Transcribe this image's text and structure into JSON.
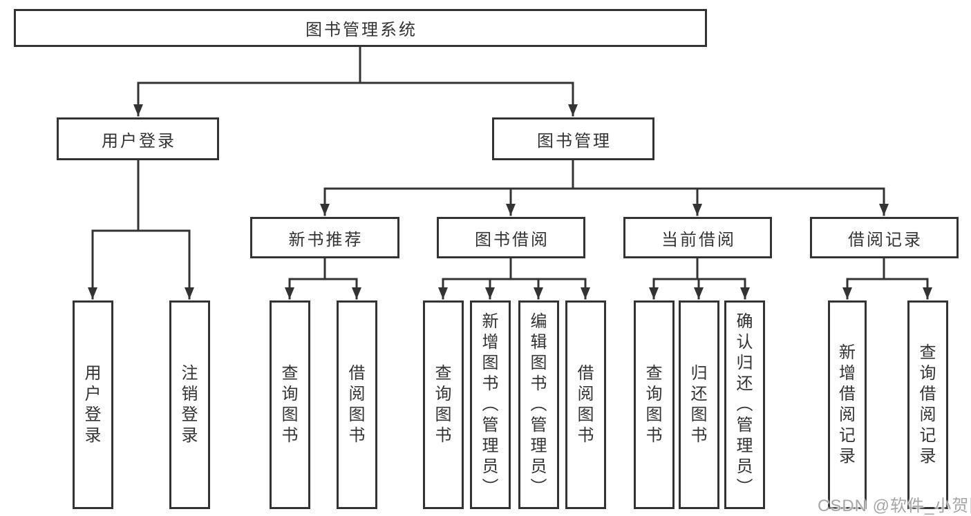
{
  "nodes": {
    "root": "图书管理系统",
    "user_login": "用户登录",
    "book_management": "图书管理",
    "new_book_recommend": "新书推荐",
    "book_borrow": "图书借阅",
    "current_borrow": "当前借阅",
    "borrow_records": "借阅记录",
    "leaf_user_login": "用户登录",
    "leaf_logout": "注销登录",
    "leaf_query_book_recommend": "查询图书",
    "leaf_borrow_book_recommend": "借阅图书",
    "leaf_query_book_borrow": "查询图书",
    "leaf_add_book": "新增图书（管理员）",
    "leaf_edit_book": "编辑图书（管理员）",
    "leaf_borrow_book_borrow": "借阅图书",
    "leaf_query_book_current": "查询图书",
    "leaf_return_book": "归还图书",
    "leaf_confirm_return": "确认归还（管理员）",
    "leaf_add_borrow_record": "新增借阅记录",
    "leaf_query_borrow_record": "查询借阅记录"
  },
  "watermark": "CSDN @软件_小贺同学",
  "colors": {
    "line": "#333333",
    "text": "#333333",
    "watermark": "#a6a6a6",
    "background": "#ffffff"
  }
}
